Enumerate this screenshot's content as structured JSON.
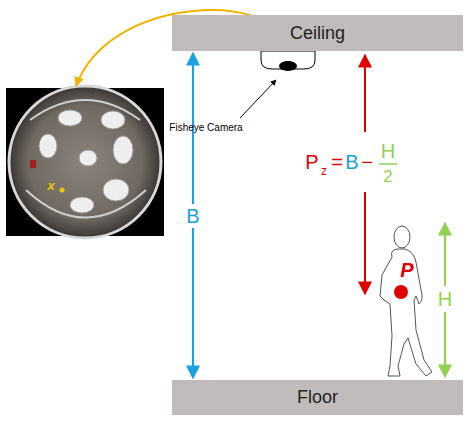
{
  "diagram": {
    "nodes": [
      {
        "text": [
          "Ceiling"
        ]
      },
      {
        "text": [
          "Floor"
        ]
      }
    ],
    "edges": [
      {
        "from": 0,
        "to": 1,
        "label": "B",
        "arrow": "both"
      }
    ],
    "labels": [
      "Fisheye Camera",
      "x",
      "P",
      "z",
      "=",
      "B",
      "−",
      "H",
      "2",
      "P",
      "H"
    ]
  }
}
